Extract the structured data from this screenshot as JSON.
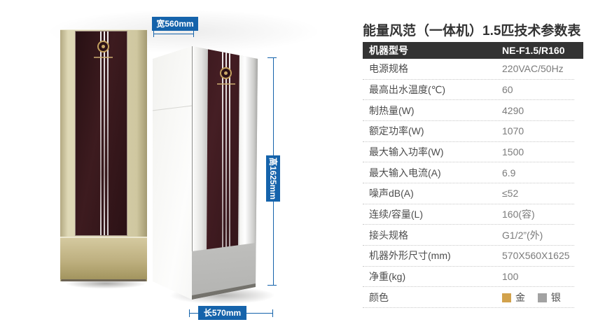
{
  "colors": {
    "accent_blue": "#1563ab",
    "header_bg": "#333333",
    "gold_body": "#d8d2ae",
    "maroon_panel": "#3d1b1f"
  },
  "dimensions": {
    "width_label": "宽560mm",
    "height_label": "高1625mm",
    "length_label": "长570mm"
  },
  "spec_table": {
    "title": "能量风范（一体机）1.5匹技术参数表",
    "header": {
      "label": "机器型号",
      "value": "NE-F1.5/R160"
    },
    "rows": [
      {
        "label": "电源规格",
        "value": "220VAC/50Hz"
      },
      {
        "label": "最高出水温度(℃)",
        "value": "60"
      },
      {
        "label": "制热量(W)",
        "value": "4290"
      },
      {
        "label": "额定功率(W)",
        "value": "1070"
      },
      {
        "label": "最大输入功率(W)",
        "value": "1500"
      },
      {
        "label": "最大输入电流(A)",
        "value": "6.9"
      },
      {
        "label": "噪声dB(A)",
        "value": "≤52"
      },
      {
        "label": "连续/容量(L)",
        "value": "160(容)"
      },
      {
        "label": "接头规格",
        "value": "G1/2”(外)"
      },
      {
        "label": "机器外形尺寸(mm)",
        "value": "570X560X1625"
      },
      {
        "label": "净重(kg)",
        "value": "100"
      }
    ],
    "color_row": {
      "label": "颜色",
      "options": [
        {
          "name": "金",
          "color": "#d2a24c"
        },
        {
          "name": "银",
          "color": "#a2a2a2"
        }
      ]
    }
  }
}
